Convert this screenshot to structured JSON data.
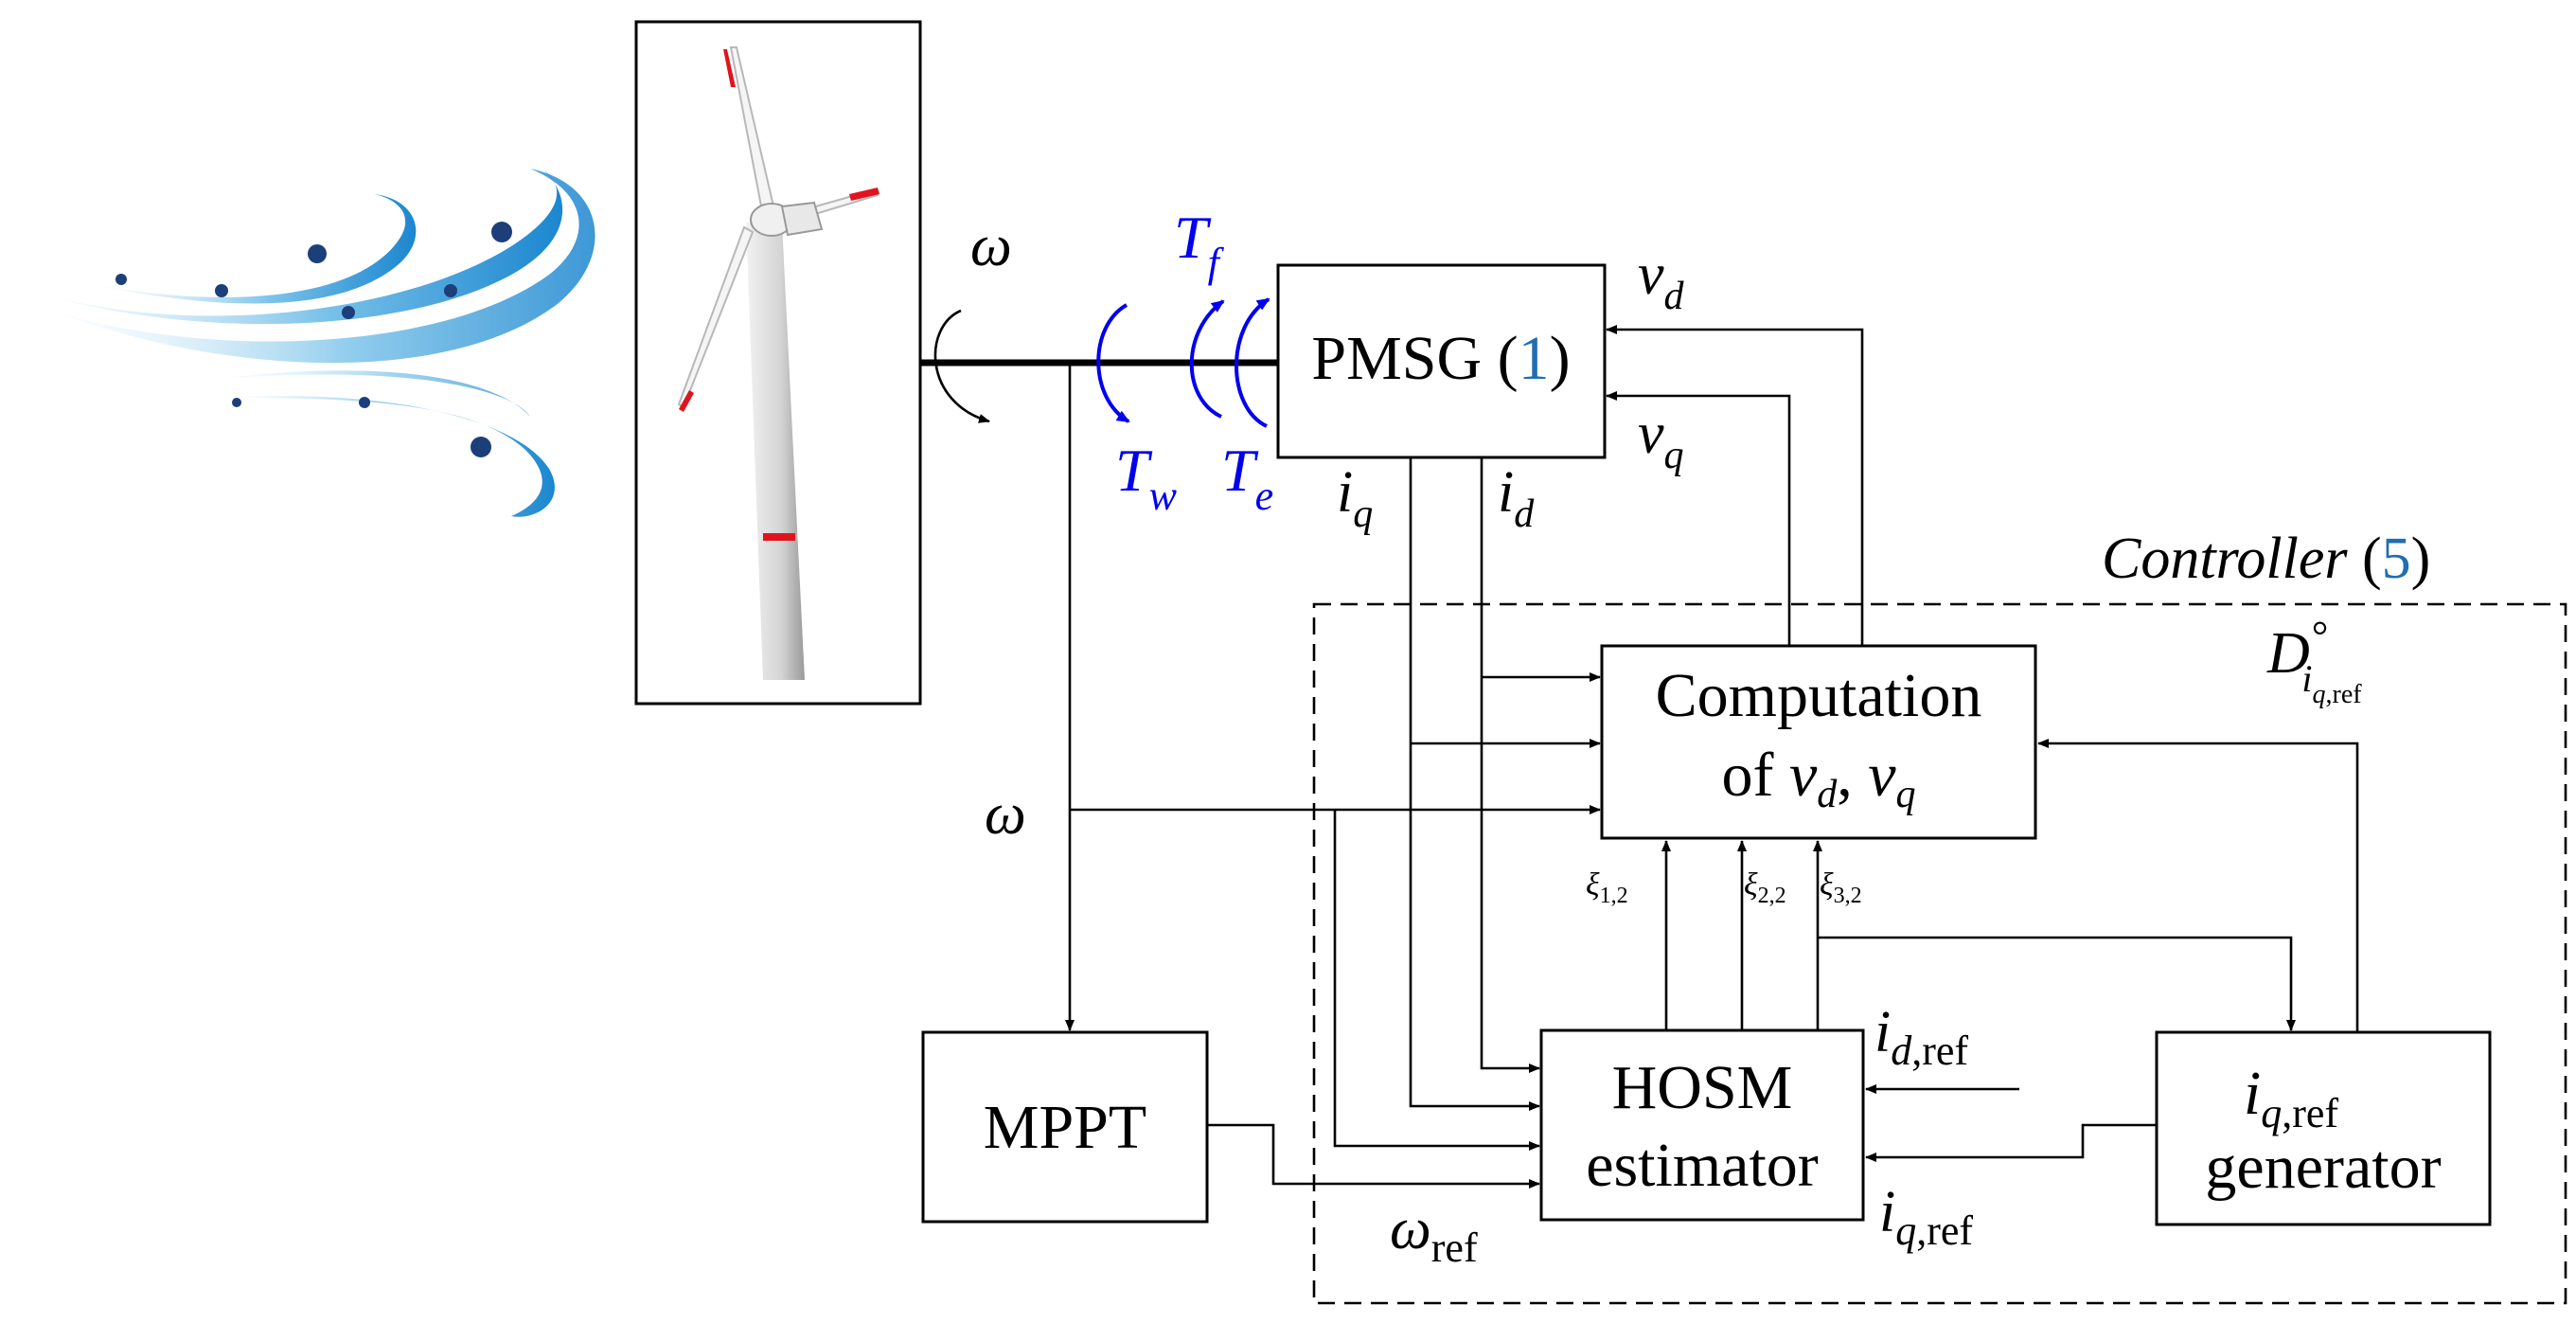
{
  "blocks": {
    "pmsg": {
      "name": "PMSG",
      "ref": "1"
    },
    "computation": {
      "line1": "Computation",
      "line2_prefix": "of"
    },
    "hosm": {
      "line1": "HOSM",
      "line2": "estimator"
    },
    "mppt": {
      "label": "MPPT"
    },
    "iqref_gen": {
      "line2": "generator"
    }
  },
  "controller": {
    "label": "Controller",
    "ref": "5"
  },
  "signals": {
    "omega": "ω",
    "T": "T",
    "f": "f",
    "w": "w",
    "e": "e",
    "v": "v",
    "i": "i",
    "d": "d",
    "q": "q",
    "ref": "ref",
    "xi": "ξ",
    "xi12_sub": "1,2",
    "xi22_sub": "2,2",
    "xi32_sub": "3,2",
    "D": "D",
    "circ": "°",
    "iqref_sub": "q,ref",
    "idref_sub": "d,ref",
    "comma": ",",
    "sep": ", "
  },
  "colors": {
    "torque": "#0000ee",
    "equation_ref": "#1f6fb0",
    "wind": "#3aa0da",
    "wind_dots": "#1c3f7a"
  }
}
